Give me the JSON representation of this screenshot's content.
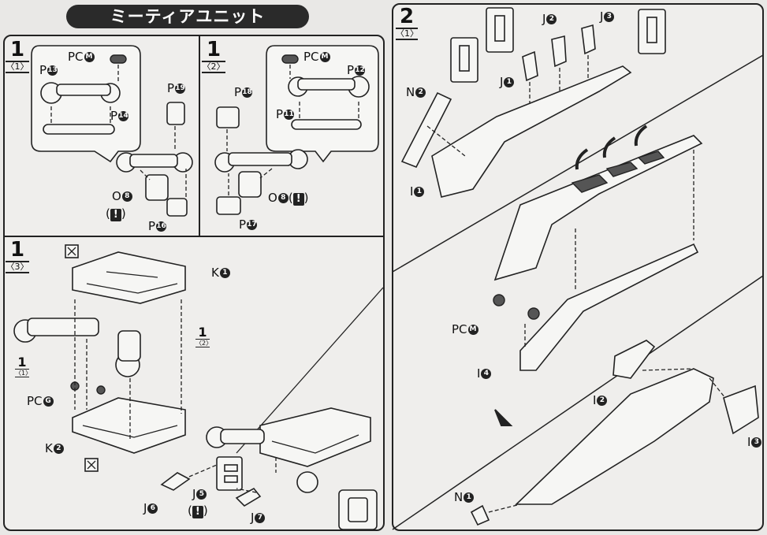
{
  "title": "ミーティアユニット",
  "step1": {
    "num": "1",
    "sub1": "〈1〉",
    "sub2": "〈2〉",
    "sub3": "〈3〉",
    "labels_a": {
      "pc": "PC",
      "pc_m": "M",
      "p13": "P",
      "p13n": "13",
      "p14": "P",
      "p14n": "14",
      "p19": "P",
      "p19n": "19",
      "o8": "O",
      "o8n": "8",
      "p16": "P",
      "p16n": "16",
      "warn": "!"
    },
    "labels_b": {
      "pc": "PC",
      "pc_m": "M",
      "p18": "P",
      "p18n": "18",
      "p12": "P",
      "p12n": "12",
      "p11": "P",
      "p11n": "11",
      "o8": "O",
      "o8n": "8",
      "p17": "P",
      "p17n": "17",
      "warn": "!"
    },
    "labels_c": {
      "k1": "K",
      "k1n": "1",
      "k2": "K",
      "k2n": "2",
      "pc": "PC",
      "pc_g": "G",
      "j6": "J",
      "j6n": "6",
      "j5": "J",
      "j5n": "5",
      "j7": "J",
      "j7n": "7",
      "warn": "!",
      "ref1": "1",
      "ref1s": "〈2〉",
      "ref2": "1",
      "ref2s": "〈1〉"
    }
  },
  "step2": {
    "num": "2",
    "sub": "〈1〉",
    "labels": {
      "j1": "J",
      "j1n": "1",
      "j2": "J",
      "j2n": "2",
      "j3": "J",
      "j3n": "3",
      "n2": "N",
      "n2n": "2",
      "i1": "I",
      "i1n": "1",
      "pc": "PC",
      "pc_m": "M",
      "i4": "I",
      "i4n": "4",
      "i2": "I",
      "i2n": "2",
      "i3": "I",
      "i3n": "3",
      "n1": "N",
      "n1n": "1"
    }
  }
}
